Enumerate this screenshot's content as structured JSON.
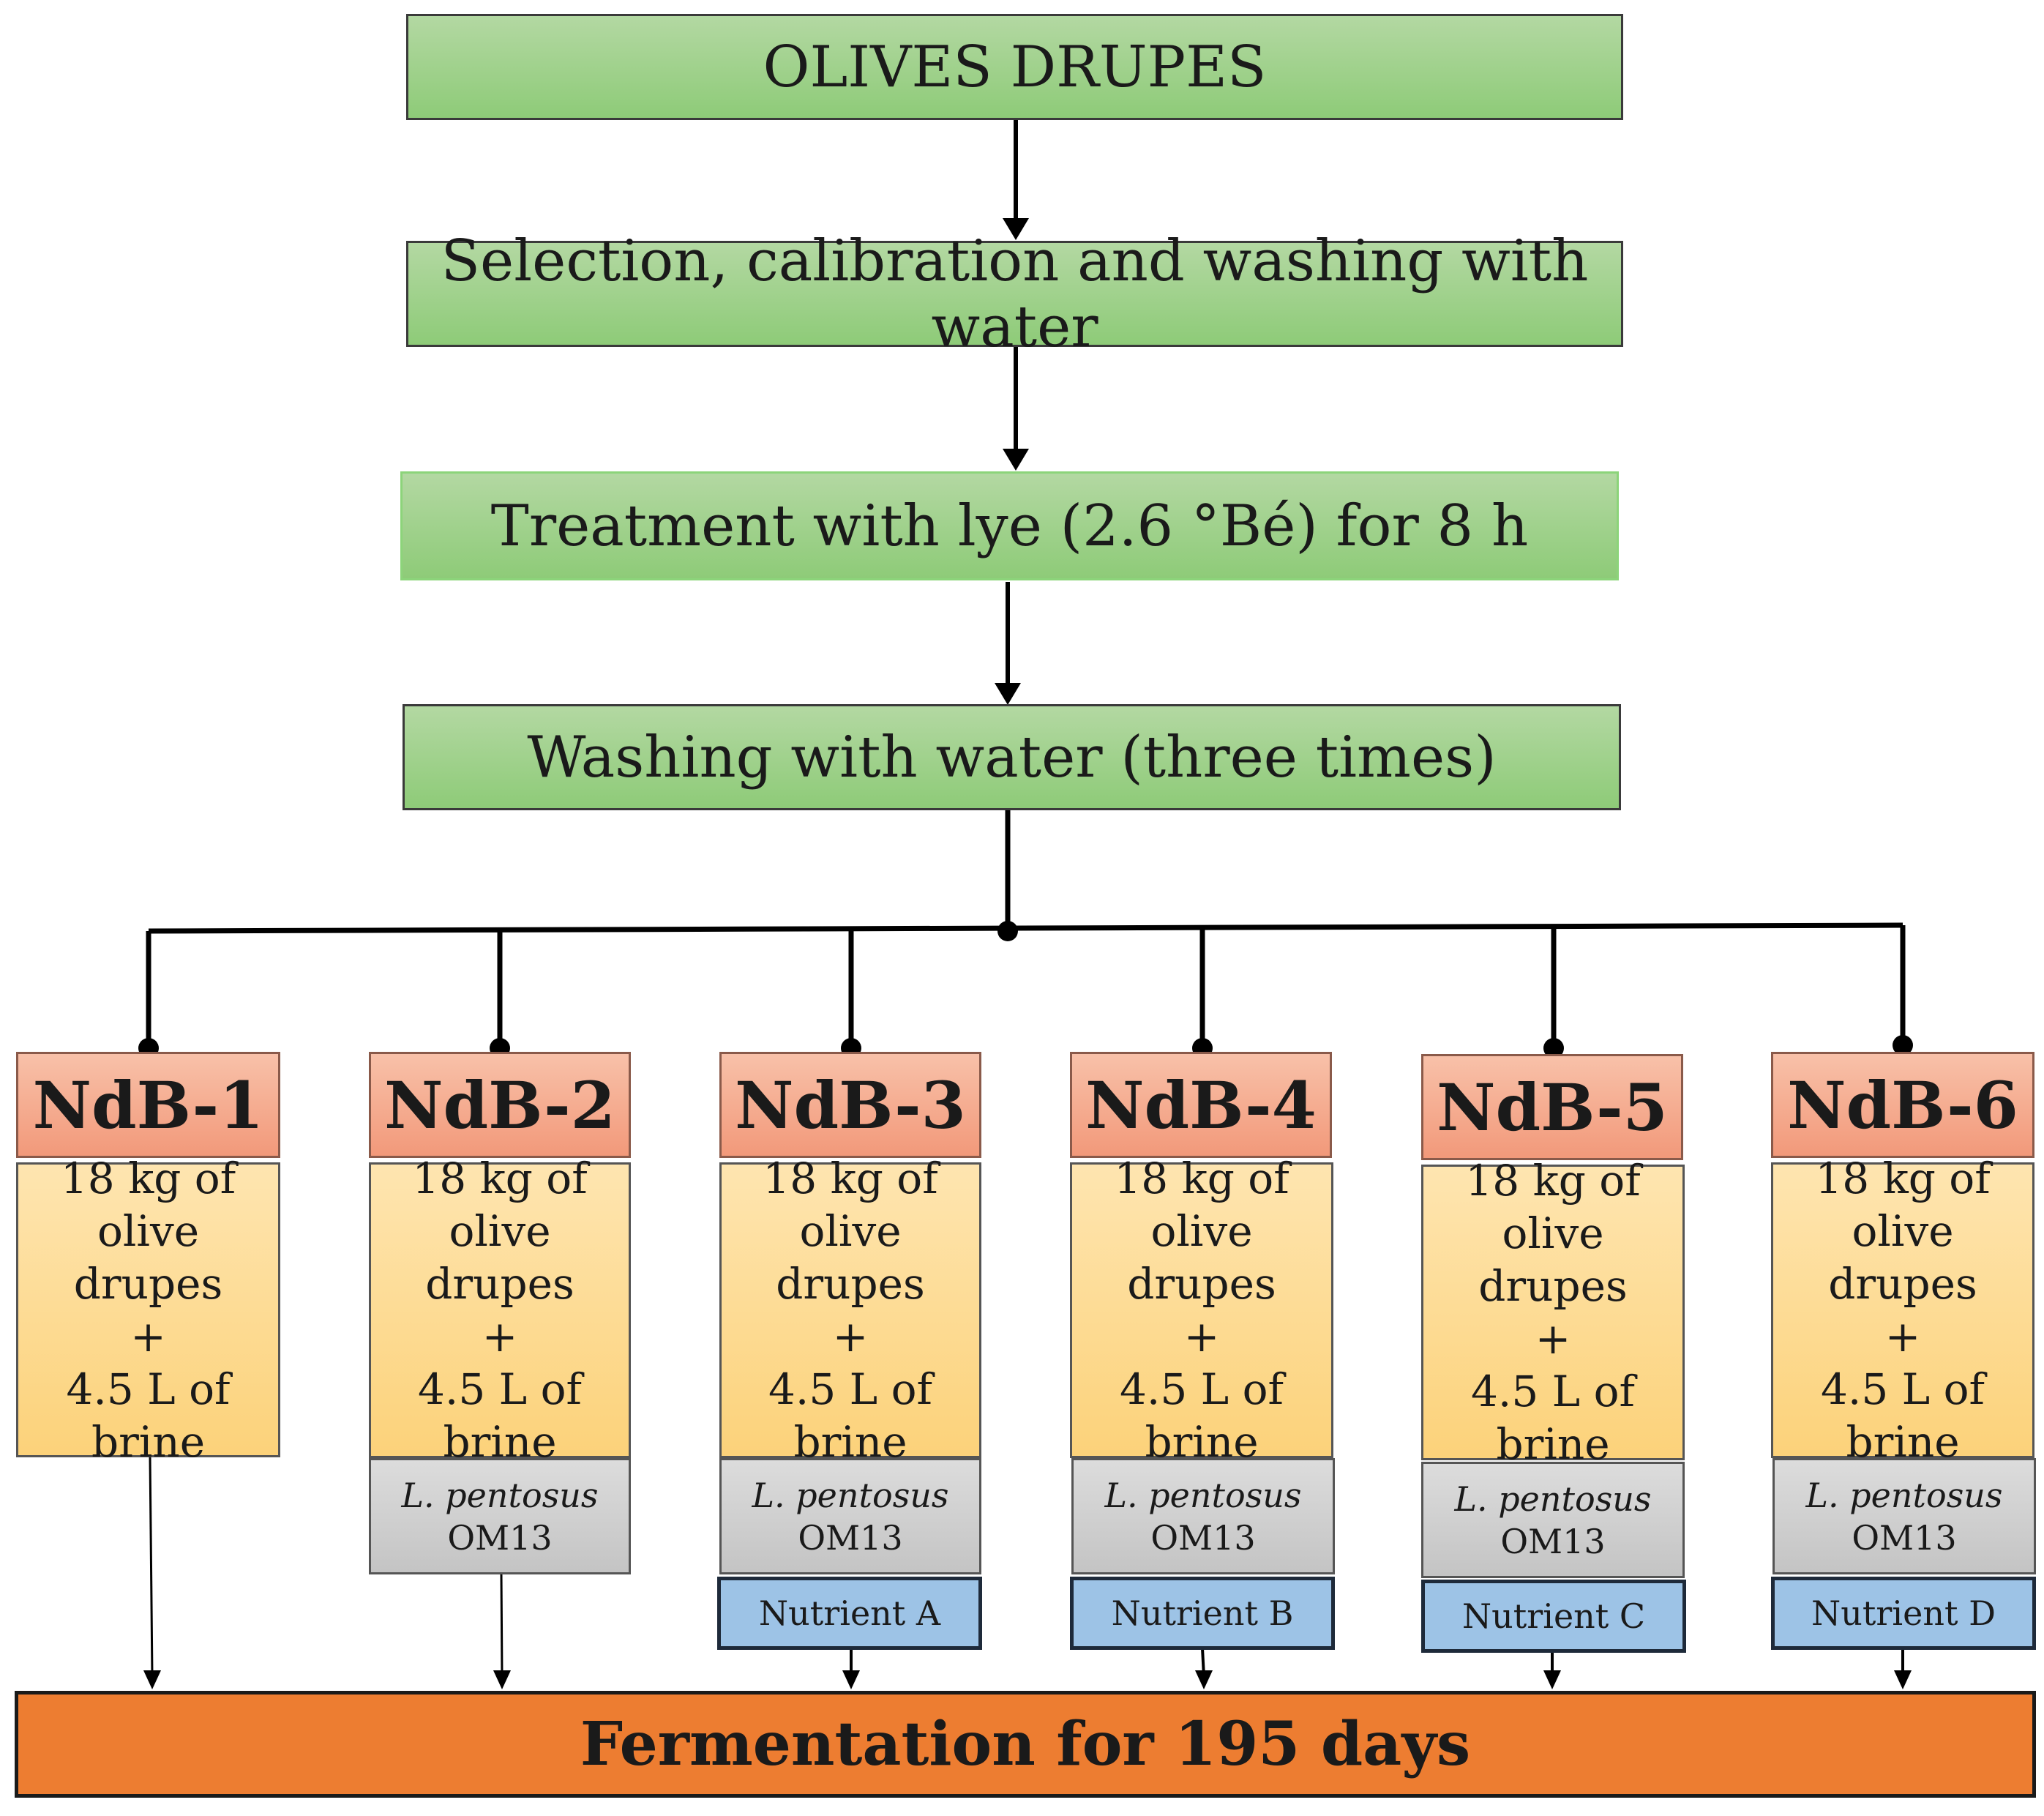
{
  "steps": [
    "OLIVES DRUPES",
    "Selection, calibration and washing with water",
    "Treatment with lye (2.6 °Bé) for 8 h",
    "Washing with water (three times)"
  ],
  "samples": [
    {
      "title": "NdB-1",
      "body": [
        "18 kg of",
        "olive drupes",
        "+",
        "4.5 L of",
        "brine"
      ]
    },
    {
      "title": "NdB-2",
      "body": [
        "18 kg of",
        "olive drupes",
        "+",
        "4.5 L of",
        "brine"
      ],
      "strain": {
        "species": "L. pentosus",
        "code": "OM13"
      }
    },
    {
      "title": "NdB-3",
      "body": [
        "18 kg of",
        "olive drupes",
        "+",
        "4.5 L of",
        "brine"
      ],
      "strain": {
        "species": "L. pentosus",
        "code": "OM13"
      },
      "nutrient": "Nutrient A"
    },
    {
      "title": "NdB-4",
      "body": [
        "18 kg of",
        "olive drupes",
        "+",
        "4.5 L of",
        "brine"
      ],
      "strain": {
        "species": "L. pentosus",
        "code": "OM13"
      },
      "nutrient": "Nutrient B"
    },
    {
      "title": "NdB-5",
      "body": [
        "18 kg of",
        "olive drupes",
        "+",
        "4.5 L of",
        "brine"
      ],
      "strain": {
        "species": "L. pentosus",
        "code": "OM13"
      },
      "nutrient": "Nutrient C"
    },
    {
      "title": "NdB-6",
      "body": [
        "18 kg of",
        "olive drupes",
        "+",
        "4.5 L of",
        "brine"
      ],
      "strain": {
        "species": "L. pentosus",
        "code": "OM13"
      },
      "nutrient": "Nutrient D"
    }
  ],
  "final": "Fermentation for 195 days"
}
